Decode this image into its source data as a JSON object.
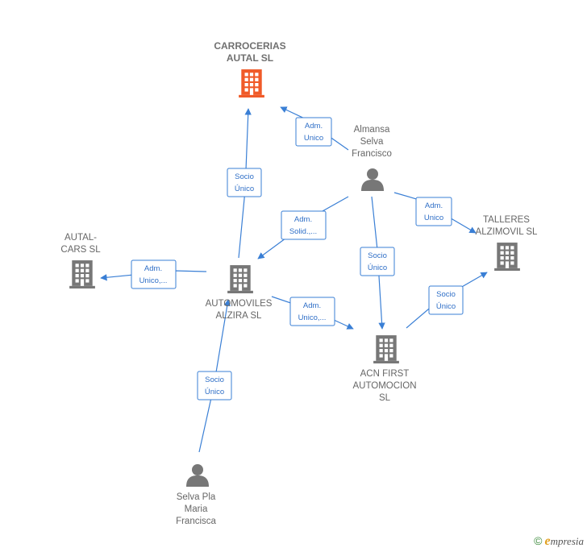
{
  "colors": {
    "edge": "#3a7fd5",
    "company": "#777777",
    "company_main": "#f05a28",
    "person": "#777777"
  },
  "nodes": [
    {
      "id": "carrocerias",
      "kind": "company",
      "main": true,
      "lines": [
        "CARROCERIAS",
        "AUTAL  SL"
      ]
    },
    {
      "id": "almansa",
      "kind": "person",
      "lines": [
        "Almansa",
        "Selva",
        "Francisco"
      ]
    },
    {
      "id": "talleres",
      "kind": "company",
      "lines": [
        "TALLERES",
        "ALZIMOVIL SL"
      ]
    },
    {
      "id": "autal_cars",
      "kind": "company",
      "lines": [
        "AUTAL-",
        "CARS  SL"
      ]
    },
    {
      "id": "automoviles",
      "kind": "company",
      "lines": [
        "AUTOMOVILES",
        "ALZIRA SL"
      ]
    },
    {
      "id": "acn",
      "kind": "company",
      "lines": [
        "ACN FIRST",
        "AUTOMOCION",
        "SL"
      ]
    },
    {
      "id": "selva_pla",
      "kind": "person",
      "lines": [
        "Selva Pla",
        "Maria",
        "Francisca"
      ]
    }
  ],
  "edges": [
    {
      "id": "e1",
      "lines": [
        "Adm.",
        "Unico"
      ]
    },
    {
      "id": "e2",
      "lines": [
        "Socio",
        "Único"
      ]
    },
    {
      "id": "e3",
      "lines": [
        "Adm.",
        "Solid.,..."
      ]
    },
    {
      "id": "e4",
      "lines": [
        "Adm.",
        "Unico"
      ]
    },
    {
      "id": "e5",
      "lines": [
        "Socio",
        "Único"
      ]
    },
    {
      "id": "e6",
      "lines": [
        "Adm.",
        "Unico,..."
      ]
    },
    {
      "id": "e7",
      "lines": [
        "Adm.",
        "Unico,..."
      ]
    },
    {
      "id": "e8",
      "lines": [
        "Socio",
        "Único"
      ]
    },
    {
      "id": "e9",
      "lines": [
        "Socio",
        "Único"
      ]
    }
  ],
  "footer": {
    "copyright": "©",
    "brand_initial": "e",
    "brand_rest": "mpresia"
  }
}
